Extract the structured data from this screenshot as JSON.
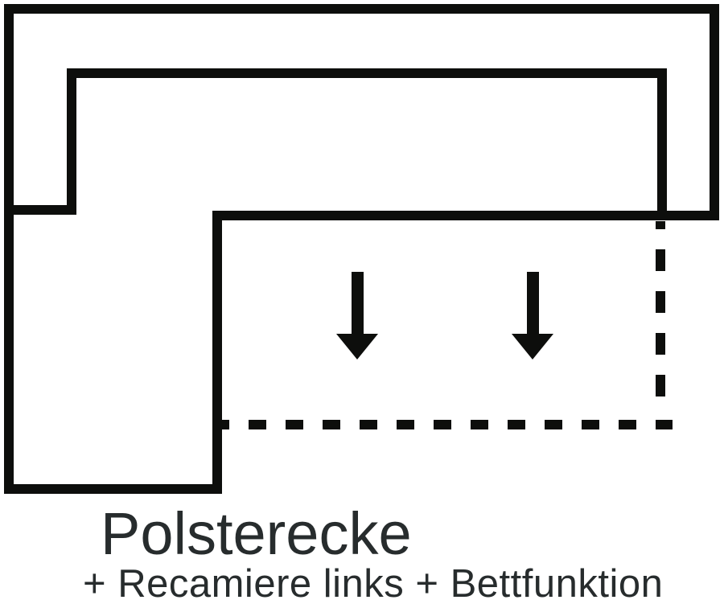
{
  "title": {
    "line1": "Polsterecke",
    "line2": "+ Recamiere links + Bettfunktion"
  },
  "colors": {
    "line": "#0d0e0c",
    "text": "#272c2d",
    "background": "#ffffff"
  },
  "diagram": {
    "type": "sofa-floorplan-schematic",
    "solid_outline": "L-shaped corner sofa seen from above, recamiere on the left",
    "dashed_outline": "pull-out bed extension area (Bettfunktion)",
    "icons": [
      {
        "name": "down-arrow-icon",
        "direction": "down"
      },
      {
        "name": "down-arrow-icon",
        "direction": "down"
      }
    ]
  }
}
